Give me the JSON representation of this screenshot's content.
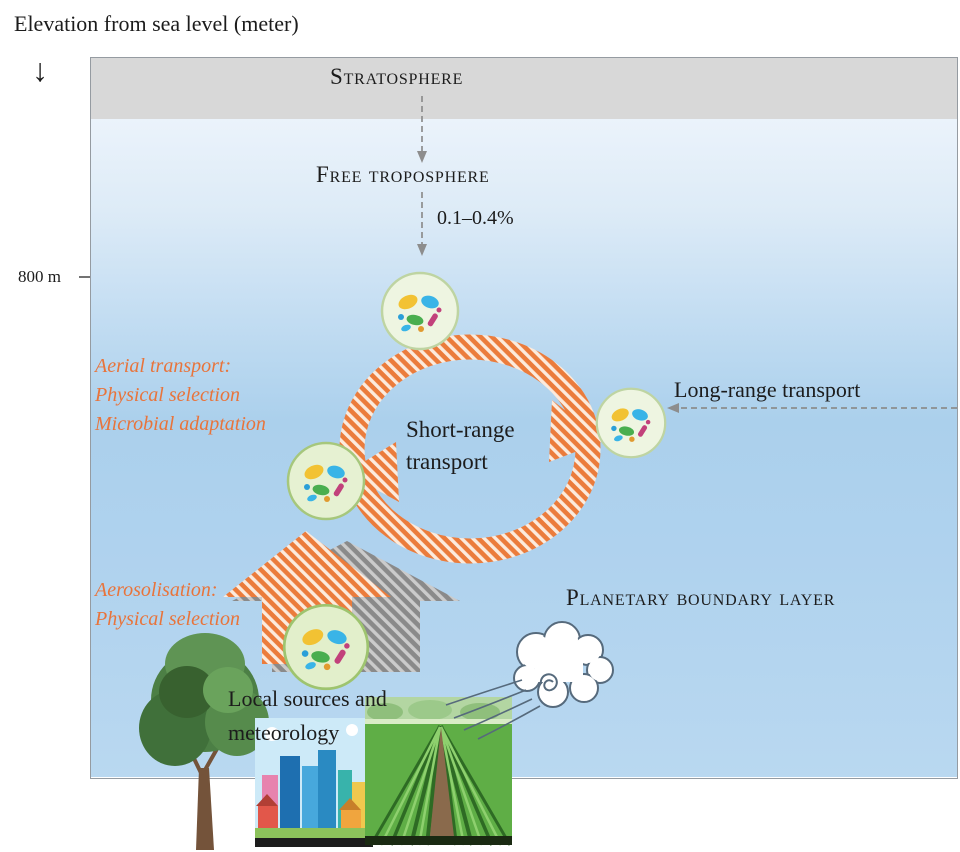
{
  "figure": {
    "title": "Elevation from sea level (meter)",
    "axis_down_arrow": "↓",
    "elevation_tick": "800 m"
  },
  "atmosphere": {
    "stratosphere": "Stratosphere",
    "free_troposphere": "Free troposphere",
    "planetary_boundary_layer": "Planetary boundary layer",
    "exchange_rate": "0.1–0.4%"
  },
  "transport": {
    "short_range": "Short-range transport",
    "long_range": "Long-range transport"
  },
  "notes": {
    "aerial": [
      "Aerial transport:",
      "Physical selection",
      "Microbial adaptation"
    ],
    "aerosolisation": [
      "Aerosolisation:",
      "Physical selection"
    ],
    "local_sources": "Local sources and meteorology"
  },
  "colors": {
    "accent_orange": "#e8743b",
    "stratosphere_gray": "#d8d8d8",
    "sky_top": "#ebf3fb",
    "sky_deep": "#abd0ec",
    "microbe_circle_fill": "#eef5e1",
    "microbe_circle_border": "#bed4a2"
  }
}
